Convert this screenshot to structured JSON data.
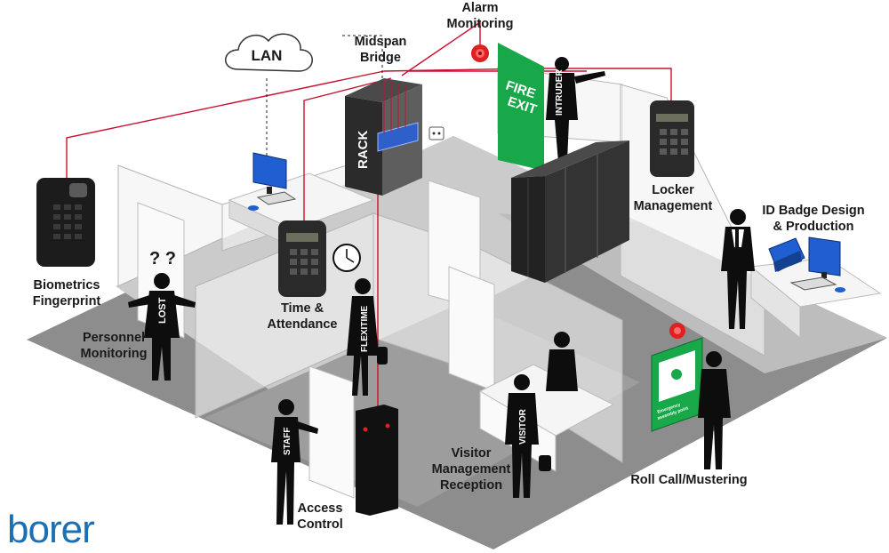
{
  "labels": {
    "alarm": [
      "Alarm",
      "Monitoring"
    ],
    "midspan": [
      "Midspan",
      "Bridge"
    ],
    "lan": "LAN",
    "rack": "RACK",
    "fire_exit": [
      "FIRE",
      "EXIT"
    ],
    "intruder": "INTRUDER",
    "locker": [
      "Locker",
      "Management"
    ],
    "id_badge": [
      "ID Badge Design",
      "& Production"
    ],
    "biometrics": [
      "Biometrics",
      "Fingerprint"
    ],
    "question": "? ?",
    "lost": "LOST",
    "personnel": [
      "Personnel",
      "Monitoring"
    ],
    "time_attendance": [
      "Time &",
      "Attendance"
    ],
    "flexitime": "FLEXITIME",
    "visitor_mgmt": [
      "Visitor",
      "Management",
      "Reception"
    ],
    "visitor": "VISITOR",
    "staff": "STAFF",
    "access_control": [
      "Access",
      "Control"
    ],
    "roll_call": "Roll Call/Mustering",
    "assembly_sign": [
      "Emergency",
      "assembly point"
    ],
    "logo": "borer"
  },
  "colors": {
    "wire": "#c8102e",
    "fire_exit_green": "#18a84a",
    "floor": "#8c8c8c",
    "floor_light": "#c4c4c4",
    "monitor_blue": "#1f5fd1",
    "logo_blue": "#1b6fb5",
    "led_red": "#e02020"
  },
  "icons": [
    "cloud-icon",
    "rack-icon",
    "alarm-bell-icon",
    "fire-exit-sign-icon",
    "locker-reader-icon",
    "locker-cabinets-icon",
    "computer-icon",
    "badge-printer-icon",
    "fingerprint-reader-icon",
    "time-clock-terminal-icon",
    "wall-clock-icon",
    "access-reader-icon",
    "assembly-point-sign-icon",
    "power-socket-icon",
    "person-icon"
  ]
}
